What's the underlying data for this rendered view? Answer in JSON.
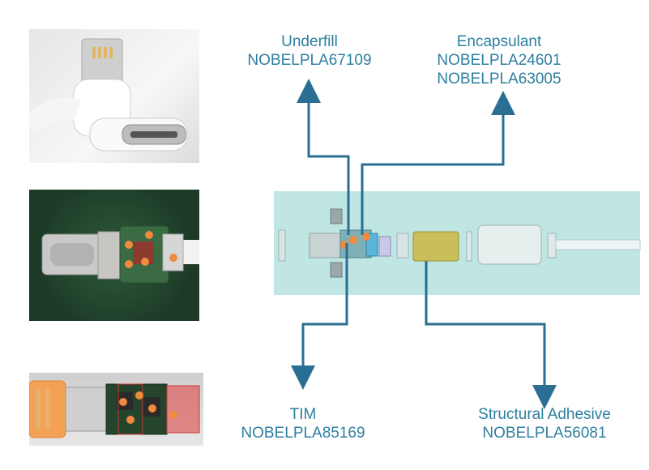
{
  "colors": {
    "label": "#2e7fa0",
    "arrow": "#2a6f93",
    "marker": "#f08a3c",
    "panel": "#bfe6e2"
  },
  "callouts": {
    "underfill": {
      "name": "Underfill",
      "codes": [
        "NOBELPLA67109"
      ]
    },
    "encapsulant": {
      "name": "Encapsulant",
      "codes": [
        "NOBELPLA24601",
        "NOBELPLA63005"
      ]
    },
    "tim": {
      "name": "TIM",
      "codes": [
        "NOBELPLA85169"
      ]
    },
    "structural": {
      "name": "Structural Adhesive",
      "codes": [
        "NOBELPLA56081"
      ]
    }
  },
  "photos": [
    {
      "subject": "lightning-usb-c-cable-photo"
    },
    {
      "subject": "usb-c-connector-pcb-photo"
    },
    {
      "subject": "lightning-connector-pcb-photo"
    }
  ]
}
